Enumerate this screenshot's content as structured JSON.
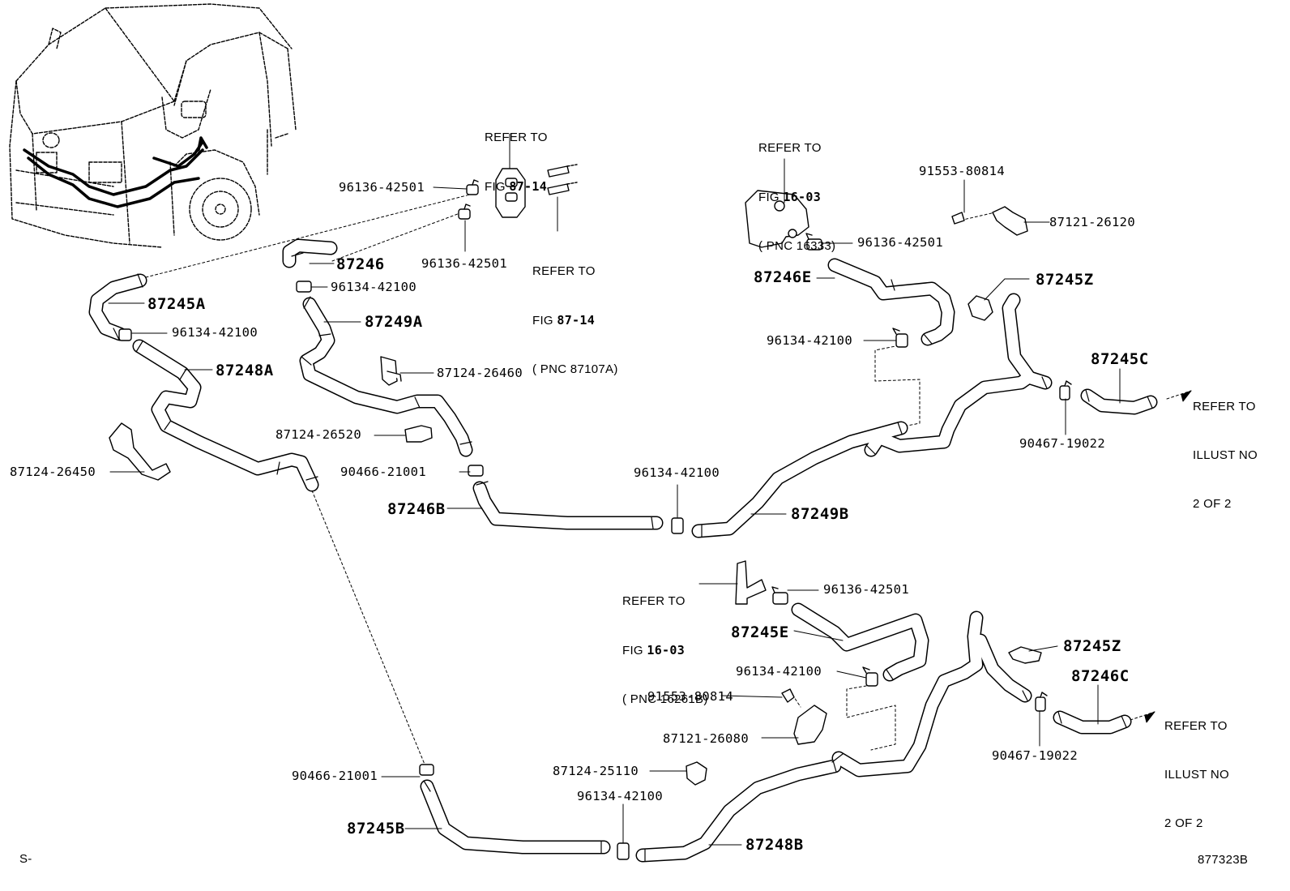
{
  "parts": {
    "p_96136_42501_a": "96136-42501",
    "p_96136_42501_b": "96136-42501",
    "p_96136_42501_c": "96136-42501",
    "p_96136_42501_d": "96136-42501",
    "p_87246": "87246",
    "p_96134_42100_a": "96134-42100",
    "p_96134_42100_b": "96134-42100",
    "p_96134_42100_c": "96134-42100",
    "p_96134_42100_d": "96134-42100",
    "p_96134_42100_e": "96134-42100",
    "p_96134_42100_f": "96134-42100",
    "p_87245A": "87245A",
    "p_87249A": "87249A",
    "p_87248A": "87248A",
    "p_87124_26460": "87124-26460",
    "p_87124_26520": "87124-26520",
    "p_87124_26450": "87124-26450",
    "p_90466_21001_a": "90466-21001",
    "p_90466_21001_b": "90466-21001",
    "p_87246B": "87246B",
    "p_87249B": "87249B",
    "p_91553_80814_a": "91553-80814",
    "p_91553_80814_b": "91553-80814",
    "p_87121_26120": "87121-26120",
    "p_87246E": "87246E",
    "p_87245Z_a": "87245Z",
    "p_87245Z_b": "87245Z",
    "p_87245C": "87245C",
    "p_90467_19022_a": "90467-19022",
    "p_90467_19022_b": "90467-19022",
    "p_87245E": "87245E",
    "p_87121_26080": "87121-26080",
    "p_87246C": "87246C",
    "p_87124_25110": "87124-25110",
    "p_87245B": "87245B",
    "p_87248B": "87248B"
  },
  "notes": {
    "refer_87_14_top": {
      "l1": "REFER TO",
      "l2a": "FIG ",
      "l2b": "87-14"
    },
    "refer_87_14_pnc": {
      "l1": "REFER TO",
      "l2a": "FIG ",
      "l2b": "87-14",
      "l3": "( PNC 87107A)"
    },
    "refer_16_03_a": {
      "l1": "REFER TO",
      "l2a": "FIG ",
      "l2b": "16-03",
      "l3": "( PNC 16333)"
    },
    "refer_16_03_b": {
      "l1": "REFER TO",
      "l2a": "FIG ",
      "l2b": "16-03",
      "l3": "( PNC 16261B)"
    },
    "illust_a": {
      "l1": "REFER TO",
      "l2": "ILLUST NO",
      "l3": "2 OF 2"
    },
    "illust_b": {
      "l1": "REFER TO",
      "l2": "ILLUST NO",
      "l3": "2 OF 2"
    }
  },
  "corner": {
    "left": "S-",
    "right": "877323B"
  }
}
